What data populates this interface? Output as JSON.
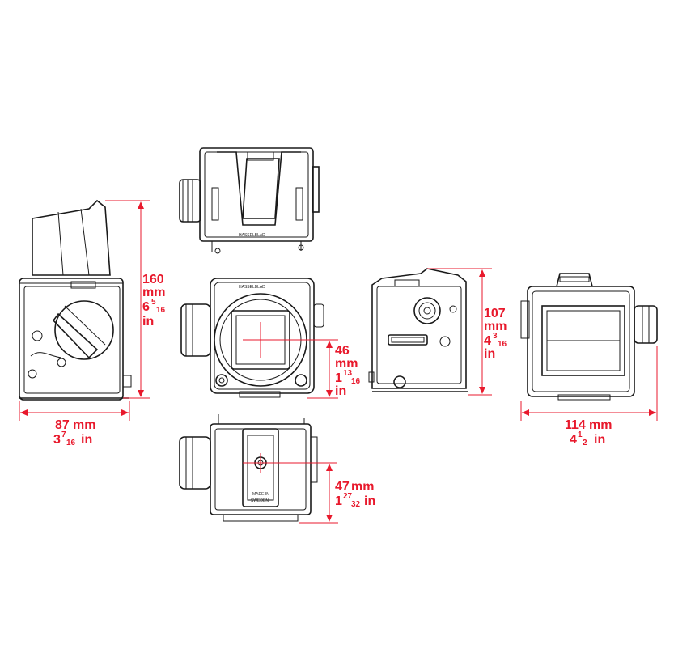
{
  "views": {
    "top": {
      "name": "top-view"
    },
    "side": {
      "name": "side-view"
    },
    "front": {
      "name": "front-view"
    },
    "back": {
      "name": "back-view"
    },
    "rear": {
      "name": "rear-view"
    },
    "bottom": {
      "name": "bottom-view"
    }
  },
  "brand_text": "HASSELBLAD",
  "bottom_plate_text": {
    "line1": "MADE IN",
    "line2": "SWEDEN"
  },
  "dimensions": {
    "height": {
      "mm_value": "160",
      "mm_unit": "mm",
      "in_whole": "6",
      "in_num": "5",
      "in_den": "16",
      "in_unit": "in"
    },
    "side_depth": {
      "mm_value": "87",
      "mm_unit": "mm",
      "in_whole": "3",
      "in_num": "7",
      "in_den": "16",
      "in_unit": "in"
    },
    "lens_axis": {
      "mm_value": "46",
      "mm_unit": "mm",
      "in_whole": "1",
      "in_num": "13",
      "in_den": "16",
      "in_unit": "in"
    },
    "back_height": {
      "mm_value": "107",
      "mm_unit": "mm",
      "in_whole": "4",
      "in_num": "3",
      "in_den": "16",
      "in_unit": "in"
    },
    "width": {
      "mm_value": "114",
      "mm_unit": "mm",
      "in_whole": "4",
      "in_num": "1",
      "in_den": "2",
      "in_unit": "in"
    },
    "tripod": {
      "mm_value": "47",
      "mm_unit": "mm",
      "in_whole": "1",
      "in_num": "27",
      "in_den": "32",
      "in_unit": "in"
    }
  },
  "colors": {
    "dimension_red": "#e8192c",
    "line_black": "#1a1a1a"
  }
}
